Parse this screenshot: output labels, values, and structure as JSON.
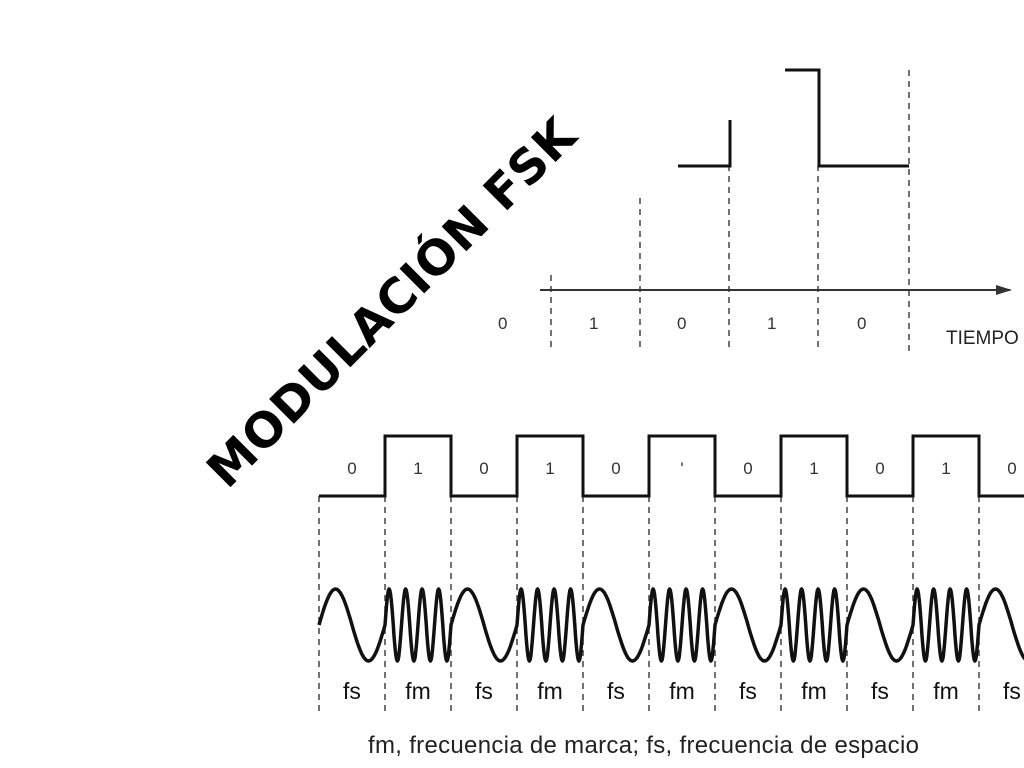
{
  "title": "MODULACIÓN FSK",
  "top_diagram": {
    "bit_labels": [
      "0",
      "1",
      "0",
      "1",
      "0"
    ],
    "axis_label": "TIEMPO"
  },
  "bottom_diagram": {
    "bits": [
      "0",
      "1",
      "0",
      "1",
      "0",
      "1",
      "0",
      "1",
      "0",
      "1",
      "0"
    ],
    "bit_labels": [
      "0",
      "1",
      "0",
      "1",
      "0",
      "'",
      "0",
      "1",
      "0",
      "1",
      "0"
    ],
    "freq_labels": [
      "fs",
      "fm",
      "fs",
      "fm",
      "fs",
      "fm",
      "fs",
      "fm",
      "fs",
      "fm",
      "fs"
    ]
  },
  "caption": "fm, frecuencia de marca; fs, frecuencia de espacio"
}
